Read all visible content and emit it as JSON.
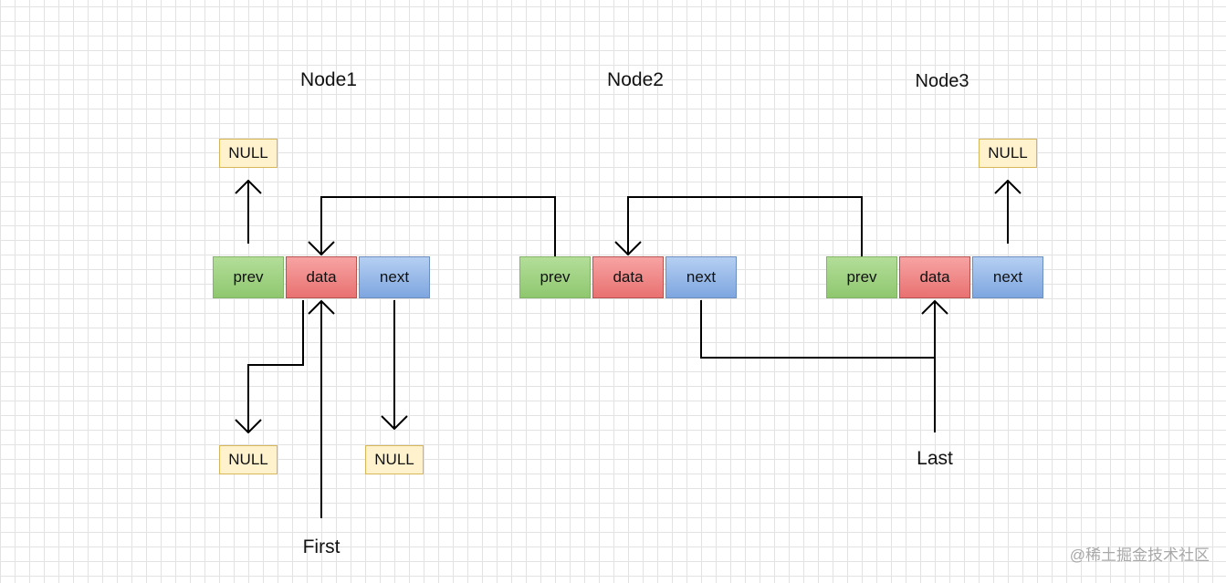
{
  "nodes": [
    {
      "title": "Node1",
      "fields": {
        "prev": "prev",
        "data": "data",
        "next": "next"
      }
    },
    {
      "title": "Node2",
      "fields": {
        "prev": "prev",
        "data": "data",
        "next": "next"
      }
    },
    {
      "title": "Node3",
      "fields": {
        "prev": "prev",
        "data": "data",
        "next": "next"
      }
    }
  ],
  "null_label": "NULL",
  "pointers": {
    "first": "First",
    "last": "Last"
  },
  "watermark": "@稀土掘金技术社区",
  "colors": {
    "prev_fill": "#97d077",
    "prev_border": "#82b366",
    "data_fill": "#f19c99",
    "data_border": "#b85450",
    "next_fill": "#a9c4eb",
    "next_border": "#6c8ebf",
    "null_fill": "#fff2cc",
    "null_border": "#d6b656",
    "grid": "#e2e2e2"
  }
}
